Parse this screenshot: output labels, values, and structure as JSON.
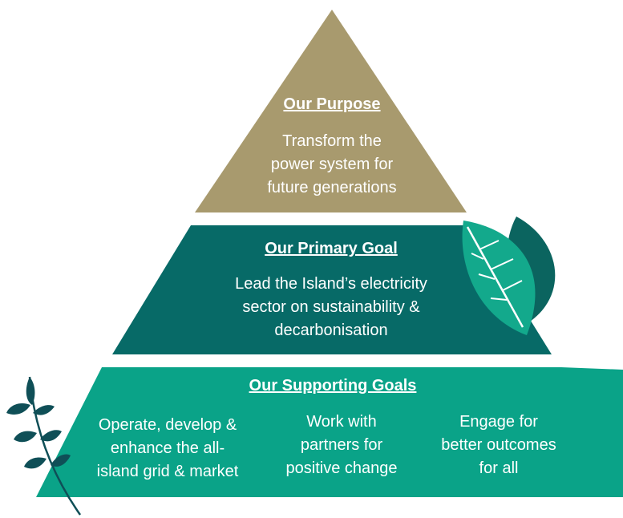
{
  "colors": {
    "top_tier": "#a89a6e",
    "middle_tier": "#076a67",
    "bottom_tier": "#0aa388",
    "leaf_light": "#13a98c",
    "leaf_dark": "#0b645f",
    "branch": "#0f4f57",
    "text": "#ffffff"
  },
  "icons": {
    "leaf": "leaf-icon",
    "branch": "olive-branch-icon"
  },
  "pyramid": {
    "top": {
      "heading": "Our Purpose",
      "body": "Transform the\npower system for\nfuture generations"
    },
    "middle": {
      "heading": "Our Primary Goal",
      "body": "Lead the Island’s electricity\nsector on sustainability &\ndecarbonisation"
    },
    "bottom": {
      "heading": "Our Supporting Goals",
      "goals": [
        "Operate, develop &\nenhance the all-\nisland grid & market",
        "Work with\npartners for\npositive change",
        "Engage for\nbetter outcomes\nfor all"
      ]
    }
  }
}
